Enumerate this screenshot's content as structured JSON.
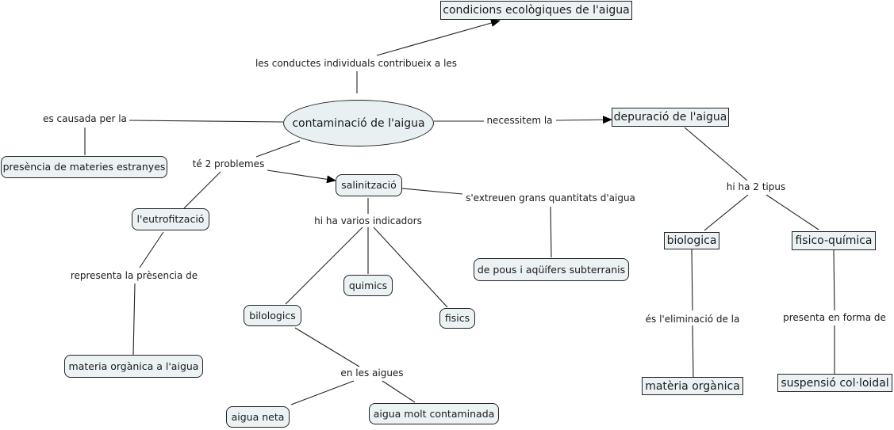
{
  "concepts": {
    "condicions": "condicions ecològiques de l'aigua",
    "contaminacio": "contaminació de l'aigua",
    "depuracio": "depuració de l'aigua",
    "presencia": "presència de materies estranyes",
    "eutrofitzacio": "l'eutrofització",
    "salinitzacio": "salinització",
    "materia_aigua": "materia orgànica a l'aigua",
    "bilologics": "bilologics",
    "quimics": "quimics",
    "fisics": "fisics",
    "pous": "de pous i aqüífers subterranis",
    "aigua_neta": "aigua neta",
    "aigua_contaminada": "aigua molt contaminada",
    "biologica": "biologica",
    "fisico_quimica": "fisico-química",
    "materia_organica": "matèria orgànica",
    "suspensio": "suspensió col·loidal"
  },
  "linking_phrases": {
    "conductes": "les conductes individuals contribueix a les",
    "causada": "es causada per la",
    "necessitem": "necessitem la",
    "problemes": "té 2 problemes",
    "representa": "representa la prèsencia de",
    "indicadors": "hi ha varios indicadors",
    "extreuen": "s'extreuen grans quantitats d'aigua",
    "aigues": "en les aigues",
    "tipus": "hi ha 2 tipus",
    "eliminacio": "és l'eliminació de la",
    "presenta": "presenta en forma de"
  }
}
